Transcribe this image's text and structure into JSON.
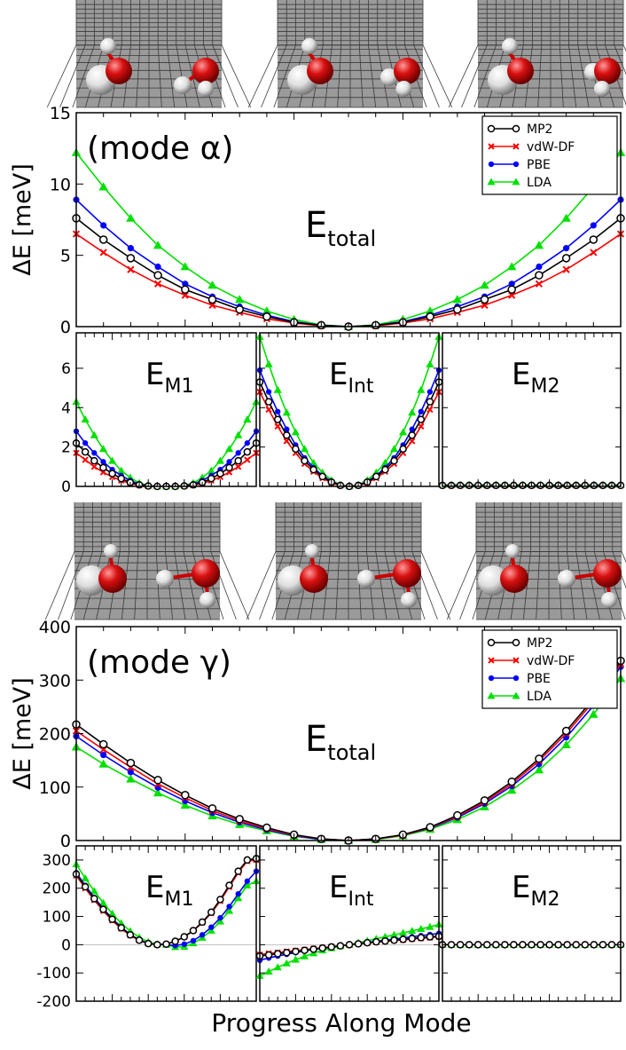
{
  "colors": {
    "MP2": "#000000",
    "vdW-DF": "#ff0000",
    "PBE": "#0000ff",
    "LDA": "#00e000",
    "mol_panel_bg": "#9a9a9a",
    "grid_line": "#3a3a3a",
    "oxygen": "#cc0000",
    "hydrogen": "#e6e6e6"
  },
  "xlabel": "Progress Along Mode",
  "chart_data": [
    {
      "id": "alpha-total",
      "type": "line",
      "annotation": "(mode α)",
      "label_main": "E",
      "label_sub": "total",
      "ylabel": "ΔE [meV]",
      "ylim": [
        0,
        15
      ],
      "yticks": [
        "0",
        "5",
        "10",
        "15"
      ],
      "legend_position": "top-right",
      "x": [
        -10,
        -9,
        -8,
        -7,
        -6,
        -5,
        -4,
        -3,
        -2,
        -1,
        0,
        1,
        2,
        3,
        4,
        5,
        6,
        7,
        8,
        9,
        10
      ],
      "series": [
        {
          "name": "MP2",
          "marker": "open-circle",
          "values": [
            7.6,
            6.1,
            4.8,
            3.6,
            2.6,
            1.9,
            1.2,
            0.7,
            0.3,
            0.1,
            0,
            0.1,
            0.3,
            0.7,
            1.2,
            1.9,
            2.6,
            3.6,
            4.8,
            6.1,
            7.6
          ]
        },
        {
          "name": "vdW-DF",
          "marker": "x",
          "values": [
            6.5,
            5.2,
            4.0,
            3.0,
            2.2,
            1.5,
            1.0,
            0.55,
            0.25,
            0.06,
            0,
            0.06,
            0.25,
            0.55,
            1.0,
            1.5,
            2.2,
            3.0,
            4.0,
            5.2,
            6.5
          ]
        },
        {
          "name": "PBE",
          "marker": "filled-circle",
          "values": [
            8.9,
            7.1,
            5.5,
            4.2,
            3.0,
            2.1,
            1.4,
            0.8,
            0.35,
            0.09,
            0,
            0.09,
            0.35,
            0.8,
            1.4,
            2.1,
            3.0,
            4.2,
            5.5,
            7.1,
            8.9
          ]
        },
        {
          "name": "LDA",
          "marker": "triangle",
          "values": [
            12.2,
            9.8,
            7.6,
            5.7,
            4.2,
            2.9,
            1.9,
            1.1,
            0.5,
            0.12,
            0,
            0.12,
            0.5,
            1.1,
            1.9,
            2.9,
            4.2,
            5.7,
            7.6,
            9.8,
            12.2
          ]
        }
      ]
    },
    {
      "id": "alpha-m1",
      "type": "line",
      "label_main": "E",
      "label_sub": "M1",
      "ylim": [
        0,
        7.8
      ],
      "yticks": [
        "0",
        "2",
        "4",
        "6"
      ],
      "x": [
        -10,
        -9,
        -8,
        -7,
        -6,
        -5,
        -4,
        -3,
        -2,
        -1,
        0,
        1,
        2,
        3,
        4,
        5,
        6,
        7,
        8,
        9,
        10
      ],
      "series": [
        {
          "name": "MP2",
          "values": [
            2.2,
            1.75,
            1.3,
            0.95,
            0.65,
            0.4,
            0.2,
            0.08,
            0.02,
            0,
            0,
            0,
            0.02,
            0.08,
            0.2,
            0.4,
            0.65,
            0.95,
            1.3,
            1.75,
            2.2
          ]
        },
        {
          "name": "vdW-DF",
          "values": [
            1.7,
            1.35,
            1.0,
            0.72,
            0.48,
            0.3,
            0.15,
            0.06,
            0.01,
            0,
            0,
            0,
            0.01,
            0.06,
            0.15,
            0.3,
            0.48,
            0.72,
            1.0,
            1.35,
            1.7
          ]
        },
        {
          "name": "PBE",
          "values": [
            2.8,
            2.2,
            1.7,
            1.25,
            0.85,
            0.55,
            0.3,
            0.12,
            0.03,
            0,
            0,
            0,
            0.03,
            0.12,
            0.3,
            0.55,
            0.85,
            1.25,
            1.7,
            2.2,
            2.8
          ]
        },
        {
          "name": "LDA",
          "values": [
            4.3,
            3.4,
            2.6,
            1.9,
            1.3,
            0.8,
            0.45,
            0.18,
            0.05,
            0,
            0,
            0,
            0.05,
            0.18,
            0.45,
            0.8,
            1.3,
            1.9,
            2.6,
            3.4,
            4.3
          ]
        }
      ]
    },
    {
      "id": "alpha-int",
      "type": "line",
      "label_main": "E",
      "label_sub": "Int",
      "ylim": [
        0,
        7.8
      ],
      "x": [
        -10,
        -9,
        -8,
        -7,
        -6,
        -5,
        -4,
        -3,
        -2,
        -1,
        0,
        1,
        2,
        3,
        4,
        5,
        6,
        7,
        8,
        9,
        10
      ],
      "series": [
        {
          "name": "MP2",
          "values": [
            5.3,
            4.3,
            3.4,
            2.6,
            1.9,
            1.3,
            0.85,
            0.5,
            0.22,
            0.05,
            0,
            0.05,
            0.22,
            0.5,
            0.85,
            1.3,
            1.9,
            2.6,
            3.4,
            4.3,
            5.3
          ]
        },
        {
          "name": "vdW-DF",
          "values": [
            4.8,
            3.9,
            3.05,
            2.3,
            1.7,
            1.15,
            0.75,
            0.42,
            0.18,
            0.04,
            0,
            0.04,
            0.18,
            0.42,
            0.75,
            1.15,
            1.7,
            2.3,
            3.05,
            3.9,
            4.8
          ]
        },
        {
          "name": "PBE",
          "values": [
            5.9,
            4.8,
            3.8,
            2.9,
            2.1,
            1.45,
            0.95,
            0.55,
            0.25,
            0.06,
            0,
            0.06,
            0.25,
            0.55,
            0.95,
            1.45,
            2.1,
            2.9,
            3.8,
            4.8,
            5.9
          ]
        },
        {
          "name": "LDA",
          "values": [
            7.6,
            6.2,
            4.9,
            3.75,
            2.75,
            1.9,
            1.2,
            0.7,
            0.32,
            0.08,
            0,
            0.08,
            0.32,
            0.7,
            1.2,
            1.9,
            2.75,
            3.75,
            4.9,
            6.2,
            7.6
          ]
        }
      ]
    },
    {
      "id": "alpha-m2",
      "type": "line",
      "label_main": "E",
      "label_sub": "M2",
      "ylim": [
        0,
        7.8
      ],
      "x": [
        -10,
        -9,
        -8,
        -7,
        -6,
        -5,
        -4,
        -3,
        -2,
        -1,
        0,
        1,
        2,
        3,
        4,
        5,
        6,
        7,
        8,
        9,
        10
      ],
      "series": [
        {
          "name": "MP2",
          "values": [
            0.05,
            0.05,
            0.05,
            0.05,
            0.05,
            0.05,
            0.05,
            0.05,
            0.05,
            0.05,
            0.05,
            0.05,
            0.05,
            0.05,
            0.05,
            0.05,
            0.05,
            0.05,
            0.05,
            0.05,
            0.05
          ]
        },
        {
          "name": "vdW-DF",
          "values": [
            0.04,
            0.04,
            0.04,
            0.04,
            0.04,
            0.04,
            0.04,
            0.04,
            0.04,
            0.04,
            0.04,
            0.04,
            0.04,
            0.04,
            0.04,
            0.04,
            0.04,
            0.04,
            0.04,
            0.04,
            0.04
          ]
        },
        {
          "name": "PBE",
          "values": [
            0.06,
            0.06,
            0.06,
            0.06,
            0.06,
            0.06,
            0.06,
            0.06,
            0.06,
            0.06,
            0.06,
            0.06,
            0.06,
            0.06,
            0.06,
            0.06,
            0.06,
            0.06,
            0.06,
            0.06,
            0.06
          ]
        },
        {
          "name": "LDA",
          "values": [
            0.08,
            0.08,
            0.08,
            0.08,
            0.08,
            0.08,
            0.08,
            0.08,
            0.08,
            0.08,
            0.08,
            0.08,
            0.08,
            0.08,
            0.08,
            0.08,
            0.08,
            0.08,
            0.08,
            0.08,
            0.08
          ]
        }
      ]
    },
    {
      "id": "gamma-total",
      "type": "line",
      "annotation": "(mode γ)",
      "label_main": "E",
      "label_sub": "total",
      "ylabel": "ΔE [meV]",
      "ylim": [
        0,
        400
      ],
      "yticks": [
        "0",
        "100",
        "200",
        "300",
        "400"
      ],
      "legend_position": "top-right",
      "x": [
        -10,
        -9,
        -8,
        -7,
        -6,
        -5,
        -4,
        -3,
        -2,
        -1,
        0,
        1,
        2,
        3,
        4,
        5,
        6,
        7,
        8,
        9,
        10
      ],
      "series": [
        {
          "name": "MP2",
          "values": [
            217,
            180,
            145,
            113,
            85,
            60,
            40,
            24,
            11,
            3,
            0,
            3,
            11,
            25,
            47,
            75,
            110,
            153,
            205,
            265,
            336
          ]
        },
        {
          "name": "vdW-DF",
          "values": [
            205,
            170,
            137,
            106,
            80,
            56,
            37,
            22,
            10,
            3,
            0,
            3,
            10,
            24,
            45,
            72,
            106,
            149,
            200,
            260,
            330
          ]
        },
        {
          "name": "PBE",
          "values": [
            195,
            160,
            128,
            99,
            74,
            52,
            34,
            20,
            9,
            2,
            0,
            3,
            10,
            23,
            43,
            69,
            102,
            143,
            193,
            252,
            325
          ]
        },
        {
          "name": "LDA",
          "values": [
            175,
            143,
            115,
            89,
            66,
            46,
            30,
            18,
            8,
            2,
            0,
            2,
            9,
            21,
            39,
            63,
            94,
            132,
            179,
            236,
            303
          ]
        }
      ]
    },
    {
      "id": "gamma-m1",
      "type": "line",
      "label_main": "E",
      "label_sub": "M1",
      "ylim": [
        -200,
        350
      ],
      "yticks": [
        "-200",
        "-100",
        "0",
        "100",
        "200",
        "300"
      ],
      "x": [
        -10,
        -9,
        -8,
        -7,
        -6,
        -5,
        -4,
        -3,
        -2,
        -1,
        0,
        1,
        2,
        3,
        4,
        5,
        6,
        7,
        8,
        9,
        10
      ],
      "series": [
        {
          "name": "MP2",
          "values": [
            250,
            205,
            163,
            125,
            90,
            60,
            35,
            16,
            4,
            0,
            2,
            12,
            28,
            50,
            80,
            115,
            160,
            210,
            260,
            300,
            305
          ]
        },
        {
          "name": "vdW-DF",
          "values": [
            245,
            200,
            158,
            120,
            86,
            57,
            33,
            15,
            4,
            0,
            2,
            12,
            28,
            50,
            78,
            112,
            155,
            205,
            255,
            296,
            300
          ]
        },
        {
          "name": "PBE",
          "values": [
            255,
            210,
            167,
            128,
            92,
            62,
            36,
            17,
            5,
            0,
            0,
            -3,
            2,
            14,
            35,
            62,
            95,
            135,
            180,
            225,
            260
          ]
        },
        {
          "name": "LDA",
          "values": [
            285,
            235,
            190,
            148,
            110,
            76,
            48,
            26,
            10,
            2,
            0,
            -8,
            -7,
            5,
            25,
            50,
            82,
            120,
            165,
            210,
            225
          ]
        }
      ]
    },
    {
      "id": "gamma-int",
      "type": "line",
      "label_main": "E",
      "label_sub": "Int",
      "ylim": [
        -200,
        350
      ],
      "x": [
        -10,
        -9,
        -8,
        -7,
        -6,
        -5,
        -4,
        -3,
        -2,
        -1,
        0,
        1,
        2,
        3,
        4,
        5,
        6,
        7,
        8,
        9,
        10
      ],
      "series": [
        {
          "name": "MP2",
          "values": [
            -40,
            -36,
            -32,
            -28,
            -24,
            -20,
            -16,
            -12,
            -8,
            -4,
            0,
            3,
            7,
            10,
            13,
            16,
            19,
            22,
            25,
            28,
            30
          ]
        },
        {
          "name": "vdW-DF",
          "values": [
            -35,
            -31,
            -28,
            -24,
            -21,
            -18,
            -14,
            -11,
            -7,
            -4,
            0,
            3,
            6,
            9,
            12,
            15,
            17,
            20,
            23,
            25,
            28
          ]
        },
        {
          "name": "PBE",
          "values": [
            -55,
            -47,
            -40,
            -34,
            -28,
            -22,
            -17,
            -12,
            -8,
            -4,
            0,
            4,
            8,
            12,
            16,
            20,
            24,
            28,
            32,
            36,
            40
          ]
        },
        {
          "name": "LDA",
          "values": [
            -110,
            -95,
            -80,
            -66,
            -53,
            -41,
            -30,
            -20,
            -12,
            -5,
            0,
            7,
            14,
            21,
            28,
            35,
            42,
            49,
            56,
            63,
            72
          ]
        }
      ]
    },
    {
      "id": "gamma-m2",
      "type": "line",
      "label_main": "E",
      "label_sub": "M2",
      "ylim": [
        -200,
        350
      ],
      "x": [
        -10,
        -9,
        -8,
        -7,
        -6,
        -5,
        -4,
        -3,
        -2,
        -1,
        0,
        1,
        2,
        3,
        4,
        5,
        6,
        7,
        8,
        9,
        10
      ],
      "series": [
        {
          "name": "MP2",
          "values": [
            0,
            0,
            0,
            0,
            0,
            0,
            0,
            0,
            0,
            0,
            0,
            0,
            0,
            0,
            0,
            0,
            0,
            0,
            0,
            0,
            0
          ]
        },
        {
          "name": "vdW-DF",
          "values": [
            0,
            0,
            0,
            0,
            0,
            0,
            0,
            0,
            0,
            0,
            0,
            0,
            0,
            0,
            0,
            0,
            0,
            0,
            0,
            0,
            0
          ]
        },
        {
          "name": "PBE",
          "values": [
            0,
            0,
            0,
            0,
            0,
            0,
            0,
            0,
            0,
            0,
            0,
            0,
            0,
            0,
            0,
            0,
            0,
            0,
            0,
            0,
            0
          ]
        },
        {
          "name": "LDA",
          "values": [
            0,
            0,
            0,
            0,
            0,
            0,
            0,
            0,
            0,
            0,
            0,
            0,
            0,
            0,
            0,
            0,
            0,
            0,
            0,
            0,
            0
          ]
        }
      ]
    }
  ]
}
